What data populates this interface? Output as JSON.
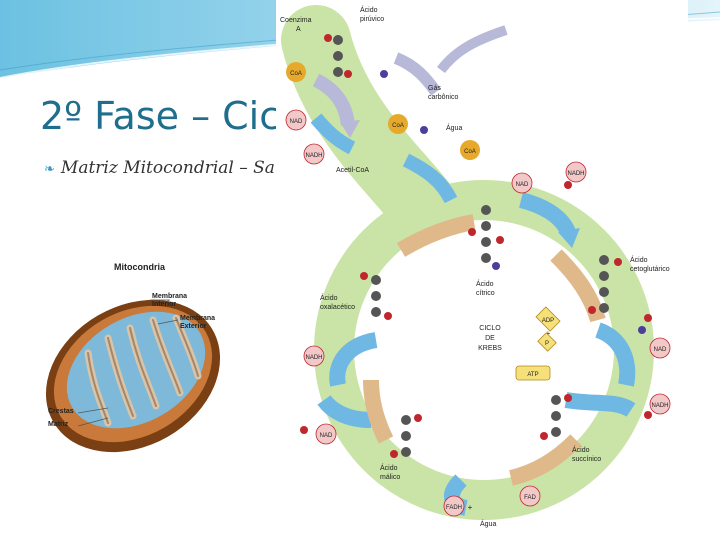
{
  "slide": {
    "title": "2º Fase – Cic",
    "bullet": "Matriz Mitocondrial – Sa"
  },
  "mitochondria": {
    "title": "Mitocondria",
    "labels": {
      "inner": [
        "Membrana",
        "Interior"
      ],
      "outer": [
        "Membrana",
        "Exterior"
      ],
      "cristae": "Crestas",
      "matrix": "Matriz"
    }
  },
  "krebs": {
    "center": [
      "CICLO",
      "DE",
      "KREBS"
    ],
    "labels": {
      "coenzyme": [
        "Coenzima",
        "A"
      ],
      "pyruvic": [
        "Ácido",
        "pirúvico"
      ],
      "co2": [
        "Gás",
        "carbônico"
      ],
      "water1": "Água",
      "acetyl": "Acetil-CoA",
      "citric": [
        "Ácido",
        "cítrico"
      ],
      "ketoglutaric": [
        "Ácido",
        "cetoglutárico"
      ],
      "oxaloacetic": [
        "Ácido",
        "oxalacético"
      ],
      "succinic": [
        "Ácido",
        "succínico"
      ],
      "malic": [
        "Ácido",
        "málico"
      ],
      "water2": "Água"
    },
    "badges": {
      "coa": "CoA",
      "nad": "NAD",
      "nadh": "NADH",
      "fad": "FAD",
      "fadh": "FADH",
      "adp": "ADP",
      "p": "P",
      "atp": "ATP",
      "plus": "+"
    }
  },
  "colors": {
    "title": "#1f6e8e",
    "banner": "#7fc8e6",
    "krebs_ring": "#c9e4a6",
    "blue_arrow": "#6fb8e3",
    "tan_arrow": "#e0b98a",
    "lilac_arrow": "#b8b8d8"
  }
}
